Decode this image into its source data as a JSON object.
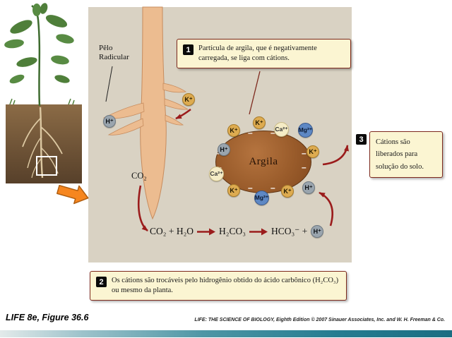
{
  "figure": {
    "caption": "LIFE 8e, Figure 36.6",
    "credit": "LIFE: THE SCIENCE OF BIOLOGY, Eighth Edition  © 2007 Sinauer Associates, Inc. and W. H. Freeman & Co."
  },
  "labels": {
    "root_hair": "Pêlo Radicular",
    "clay": "Argila",
    "co2": "CO₂",
    "minus": "–"
  },
  "callouts": {
    "c1": {
      "num": "1",
      "text": "Partícula de argila, que é negativamente carregada, se liga com cátions."
    },
    "c2": {
      "num": "2",
      "text": "Os cátions são trocáveis pelo hidrogênio obtido do ácido carbônico (H₂CO₃) ou mesmo da planta."
    },
    "c3": {
      "num": "3",
      "text": "Cátions são liberados para solução do solo."
    }
  },
  "equation": {
    "p1": "CO₂ + H₂O",
    "p2": "H₂CO₃",
    "p3": "HCO₃⁻ +"
  },
  "ions": {
    "k": "K⁺",
    "h": "H⁺",
    "ca": "Ca²⁺",
    "mg": "Mg²⁺"
  }
}
